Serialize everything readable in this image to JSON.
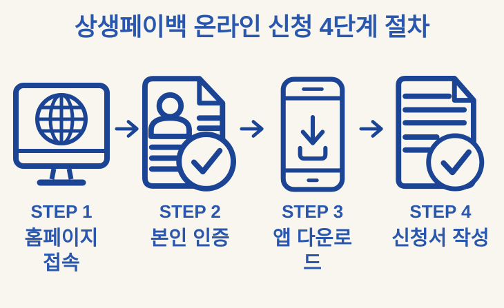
{
  "page": {
    "title": "상생페이백 온라인 신청 4단계 절차",
    "colors": {
      "background": "#f8f6ef",
      "text_blue": "#2a57ae",
      "icon_navy": "#1c4494"
    }
  },
  "steps": [
    {
      "step_label": "STEP 1",
      "label": "홈페이지\n접속",
      "icon": "monitor-globe-icon"
    },
    {
      "step_label": "STEP 2",
      "label": "본인 인증",
      "icon": "identity-document-check-icon"
    },
    {
      "step_label": "STEP 3",
      "label": "앱 다운로드",
      "icon": "phone-download-icon"
    },
    {
      "step_label": "STEP 4",
      "label": "신청서 작성",
      "icon": "application-form-check-icon"
    }
  ],
  "arrow": {
    "name": "arrow-right-icon",
    "glyph": "→"
  }
}
